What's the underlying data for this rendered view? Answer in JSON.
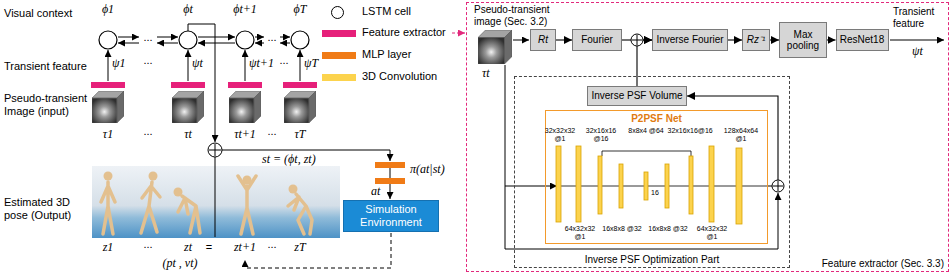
{
  "diagram": {
    "nodes": [
      {
        "text": [
          "Simulation Environment"
        ]
      },
      {
        "text": [
          "Feature extractor (Sec. 3.3)"
        ]
      },
      {
        "text": [
          "Rt"
        ],
        "in": 1
      },
      {
        "text": [
          "Fourier"
        ],
        "in": 1
      },
      {
        "text": [
          "Inverse Fourier"
        ],
        "in": 1
      },
      {
        "text": [
          "Rz⁻¹"
        ],
        "in": 1
      },
      {
        "text": [
          "Max pooling"
        ],
        "in": 1
      },
      {
        "text": [
          "ResNet18"
        ],
        "in": 1
      },
      {
        "text": [
          "Inverse PSF Optimization Part"
        ],
        "in": 1
      },
      {
        "text": [
          "Inverse PSF Volume"
        ],
        "in": 8
      },
      {
        "text": [
          "P2PSF Net"
        ],
        "in": 8
      }
    ],
    "edges": [
      {
        "from": 2,
        "to": 3,
        "arrow": "to"
      },
      {
        "from": 3,
        "to": 4,
        "arrow": "to"
      },
      {
        "from": 4,
        "to": 5,
        "arrow": "to"
      },
      {
        "from": 5,
        "to": 6,
        "arrow": "to"
      },
      {
        "from": 6,
        "to": 7,
        "arrow": "to"
      },
      {
        "from": 10,
        "to": 9,
        "arrow": "to"
      },
      {
        "from": 9,
        "to": 4,
        "arrow": "to"
      }
    ],
    "labels": [
      "Visual context",
      "ϕ1",
      "ϕt",
      "ϕt+1",
      "ϕT",
      "...",
      "...",
      "Transient feature",
      "ψ1",
      "ψt",
      "ψt+1",
      "ψT",
      "...",
      "...",
      "Pseudo-transient Image (input)",
      "τ1",
      "τt",
      "τt+1",
      "τT",
      "...",
      "...",
      "Estimated 3D pose (Output)",
      "z1",
      "zt",
      "=",
      "zt+1",
      "...",
      "...",
      "zT",
      "(pt , vt)",
      "st = (ϕt, zt)",
      "π(at|st)",
      "at",
      "Pseudo-transient image (Sec. 3.2)",
      "τt",
      "Transient feature",
      "ψt",
      "32x32x32 @1",
      "32x16x16 @16",
      "8x8x4 @64",
      "32x16x16@16",
      "128x64x64 @1",
      "64x32x32 @1",
      "16x8x8 @32",
      "16x8x8 @32",
      "64x32x32 @1",
      "16"
    ],
    "legend": [
      {
        "text": "LSTM cell"
      },
      {
        "text": "Feature extractor",
        "color": "#e6207a"
      },
      {
        "text": "MLP layer",
        "color": "#f07b16"
      },
      {
        "text": "3D Convolution",
        "color": "#fcd34d"
      }
    ]
  }
}
